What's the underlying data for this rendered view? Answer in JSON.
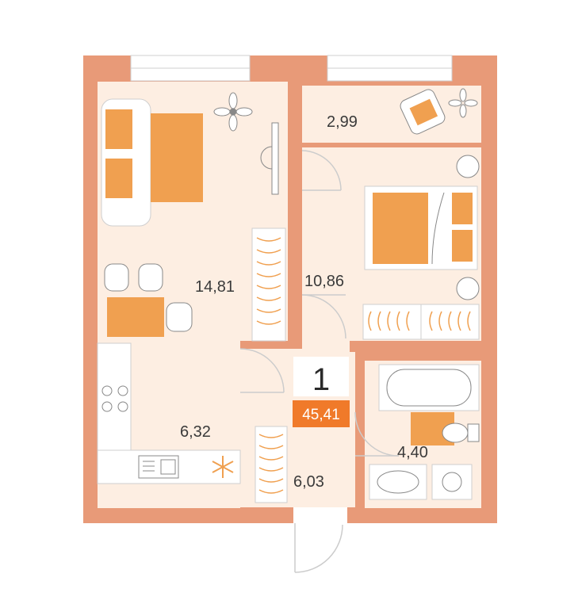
{
  "plan": {
    "rooms_count": "1",
    "total_area": "45,41",
    "colors": {
      "wall": "#e89a78",
      "floor": "#fdeee2",
      "accent": "#f0a050",
      "line": "#cfcfcf",
      "window": "#ffffff"
    },
    "areas": [
      {
        "id": "living-room",
        "value": "14,81"
      },
      {
        "id": "balcony",
        "value": "2,99"
      },
      {
        "id": "bedroom",
        "value": "10,86"
      },
      {
        "id": "kitchen",
        "value": "6,32"
      },
      {
        "id": "hallway",
        "value": "6,03"
      },
      {
        "id": "bathroom",
        "value": "4,40"
      }
    ]
  }
}
